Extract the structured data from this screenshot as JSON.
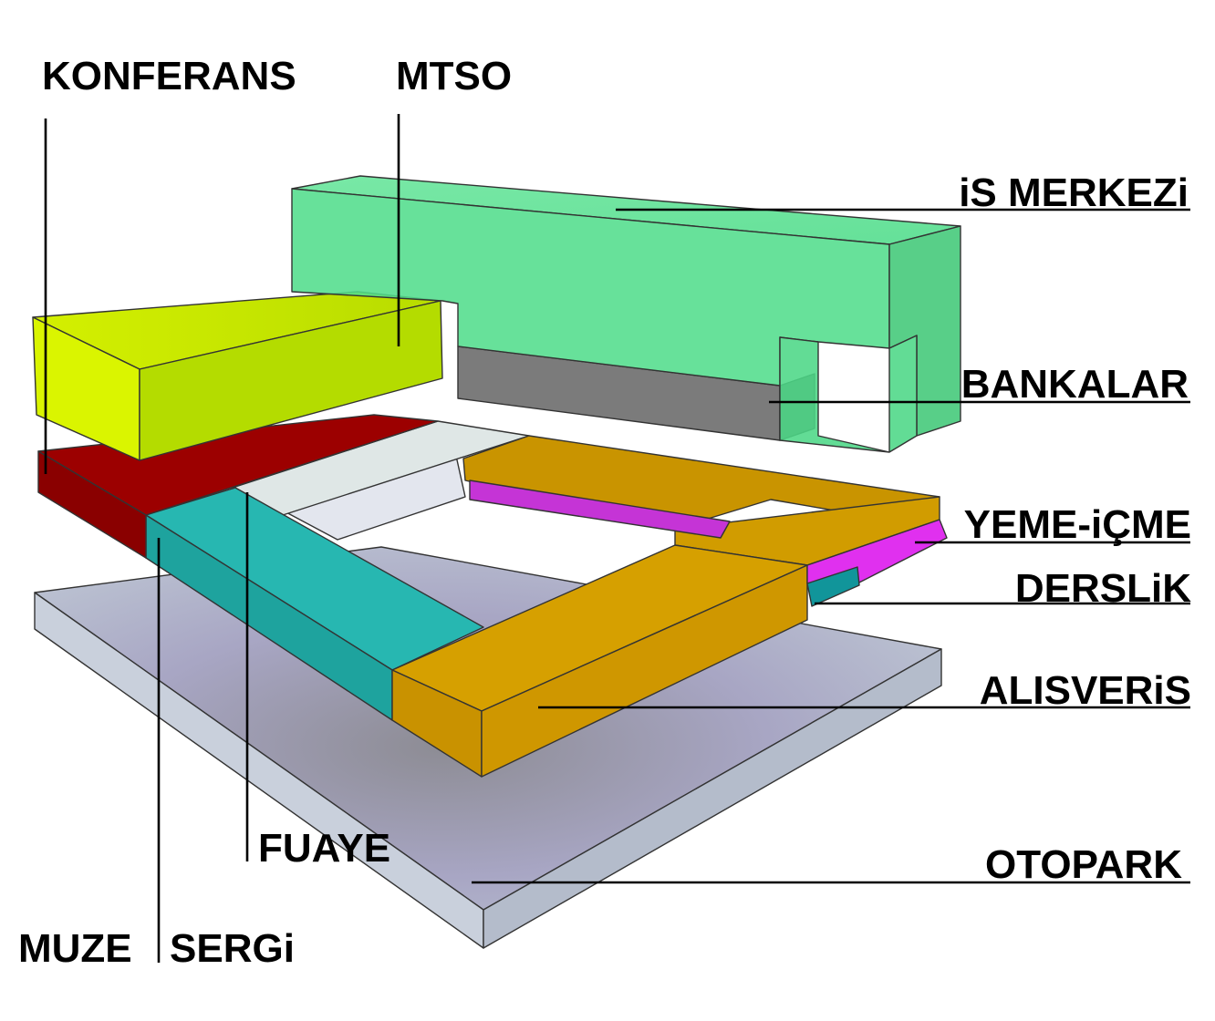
{
  "labels": {
    "konferans": "KONFERANS",
    "mtso": "MTSO",
    "is_merkezi": "iS MERKEZi",
    "bankalar": "BANKALAR",
    "yeme_icme": "YEME-iÇME",
    "derslik": "DERSLiK",
    "alisveris": "ALISVERiS",
    "fuaye": "FUAYE",
    "otopark": "OTOPARK",
    "muze": "MUZE",
    "sergi": "SERGi"
  },
  "colors": {
    "is_merkezi": "#4fe08a",
    "mtso": "#c8e800",
    "konferans": "#b00000",
    "bankalar": "#7a7a7a",
    "fuaye": "#dfe7e6",
    "muze_sergi": "#22b3ac",
    "alisveris": "#d49c00",
    "yeme_icme": "#d832e8",
    "derslik": "#11959a",
    "otopark": "#c2cad7"
  }
}
